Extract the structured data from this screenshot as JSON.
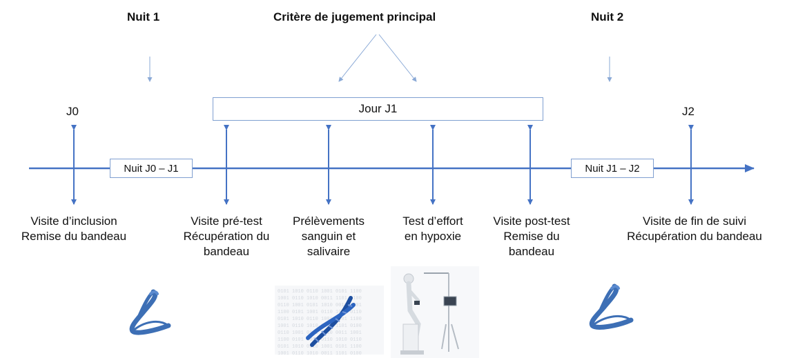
{
  "headers": {
    "night1": "Nuit 1",
    "primary": "Critère de jugement principal",
    "night2": "Nuit 2"
  },
  "day_labels": {
    "j0": "J0",
    "j2": "J2"
  },
  "day_j1_box": "Jour J1",
  "night_boxes": {
    "n01": "Nuit J0 – J1",
    "n12": "Nuit J1 – J2"
  },
  "captions": {
    "inclusion": [
      "Visite d’inclusion",
      "Remise du bandeau"
    ],
    "pretest": [
      "Visite pré-test",
      "Récupération du",
      "bandeau"
    ],
    "samples": [
      "Prélèvements",
      "sanguin et",
      "salivaire"
    ],
    "exercise": [
      "Test d’effort",
      "en hypoxie"
    ],
    "posttest": [
      "Visite post-test",
      "Remise du",
      "bandeau"
    ],
    "end": [
      "Visite de fin de suivi",
      "Récupération du bandeau"
    ]
  },
  "images": [
    "headband-icon",
    "dna-helix-image",
    "exercise-bike-image",
    "headband-icon"
  ],
  "colors": {
    "timeline": "#4472c4",
    "pointer": "#8aa9d6",
    "box_border": "#7f9fd0"
  }
}
